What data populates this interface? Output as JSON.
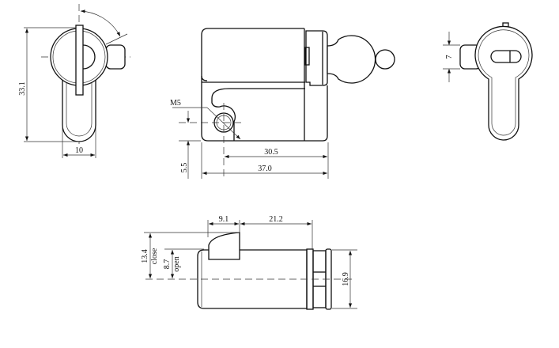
{
  "title": "Lock cylinder dimension drawing",
  "front_view": {
    "height_dim": "33.1",
    "width_dim": "10"
  },
  "side_view": {
    "thread_label": "M5",
    "offset_dim": "5.5",
    "hole_distance_dim": "30.5",
    "length_dim": "37.0"
  },
  "end_view": {
    "cam_width_dim": "7"
  },
  "bottom_view": {
    "cam_length_dim": "9.1",
    "cam_offset_dim": "21.2",
    "close_dim": "13.4",
    "close_label": "close",
    "open_dim": "8.7",
    "open_label": "open",
    "diameter_dim": "16.9"
  }
}
